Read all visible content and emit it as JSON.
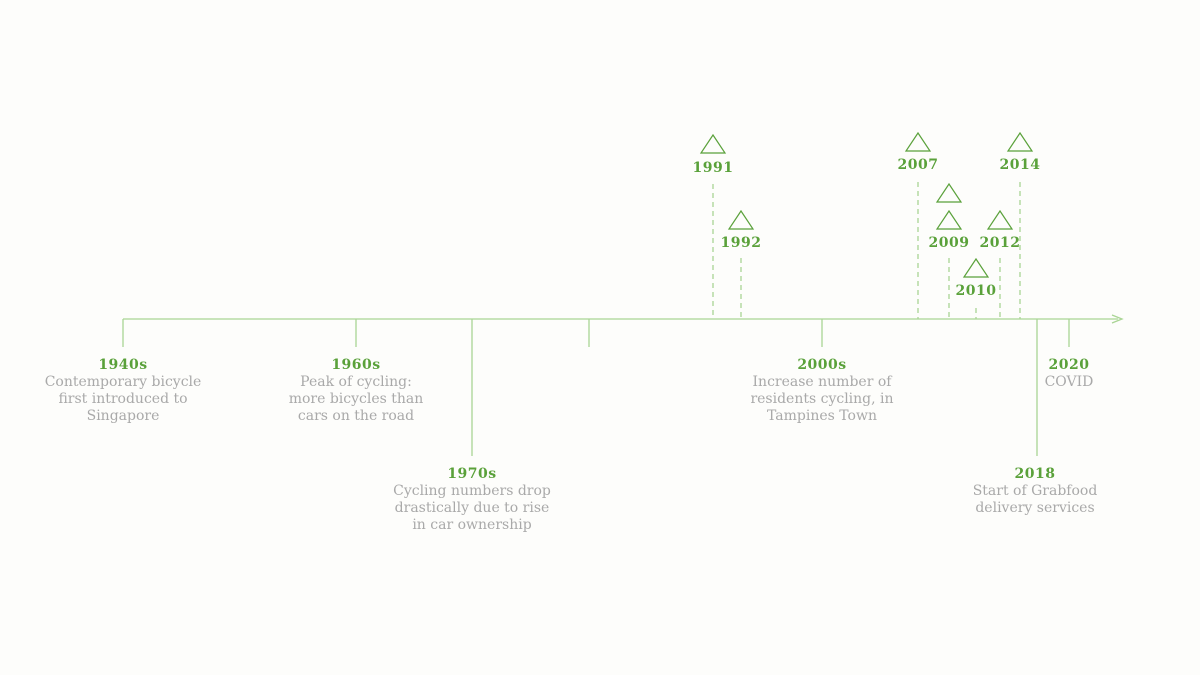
{
  "colors": {
    "accent": "#5aa13a",
    "line": "#a9d594",
    "text_muted": "#a9a9a9"
  },
  "events": [
    {
      "year": "1940s",
      "lines": [
        "Contemporary bicycle",
        "first introduced to",
        "Singapore"
      ]
    },
    {
      "year": "1960s",
      "lines": [
        "Peak of cycling:",
        "more bicycles than",
        "cars on the road"
      ]
    },
    {
      "year": "1970s",
      "lines": [
        "Cycling numbers drop",
        "drastically due to rise",
        "in car ownership"
      ]
    },
    {
      "year": "2000s",
      "lines": [
        "Increase number of",
        "residents cycling, in",
        "Tampines Town"
      ]
    },
    {
      "year": "2018",
      "lines": [
        "Start of Grabfood",
        "delivery services"
      ]
    },
    {
      "year": "2020",
      "lines": [
        "COVID"
      ]
    }
  ],
  "markers": [
    {
      "year": "1991"
    },
    {
      "year": "1992"
    },
    {
      "year": "2007"
    },
    {
      "year": "2009"
    },
    {
      "year": "2010"
    },
    {
      "year": "2012"
    },
    {
      "year": "2014"
    }
  ]
}
